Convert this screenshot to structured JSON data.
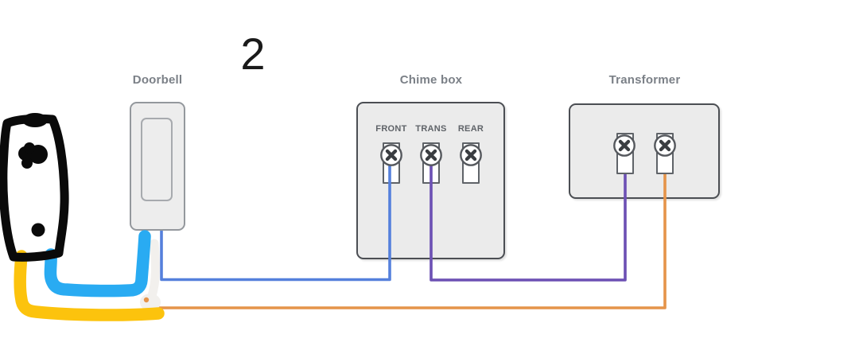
{
  "figure": {
    "number": "2"
  },
  "components": {
    "doorbell": {
      "title": "Doorbell"
    },
    "chime_box": {
      "title": "Chime box",
      "terminals": [
        {
          "label": "FRONT"
        },
        {
          "label": "TRANS"
        },
        {
          "label": "REAR"
        }
      ]
    },
    "transformer": {
      "title": "Transformer"
    }
  },
  "wires": {
    "front_wire": {
      "color": "#5580dc"
    },
    "trans_wire": {
      "color": "#6c50b4"
    },
    "return_wire": {
      "color": "#e5944a"
    },
    "hand_blue": {
      "color": "#29abf2"
    },
    "hand_yellow": {
      "color": "#fcc30d"
    }
  },
  "sketch": {
    "ink_color": "#0a0a0a",
    "smudge_color": "#f2f0ed"
  }
}
